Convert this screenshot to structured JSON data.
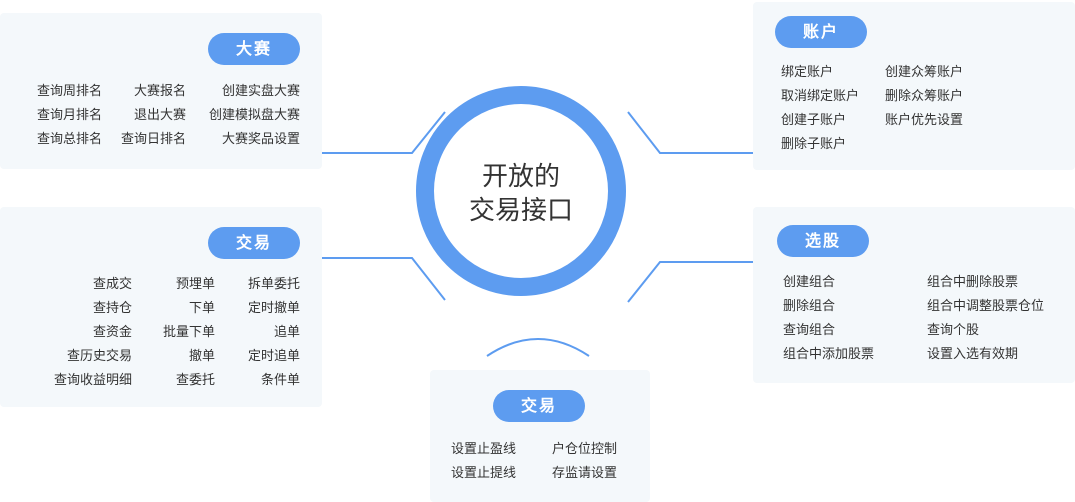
{
  "center": {
    "line1": "开放的",
    "line2": "交易接口"
  },
  "contest": {
    "title": "大赛",
    "col1": [
      "查询周排名",
      "查询月排名",
      "查询总排名"
    ],
    "col2": [
      "大赛报名",
      "退出大赛",
      "查询日排名"
    ],
    "col3": [
      "创建实盘大赛",
      "创建模拟盘大赛",
      "大赛奖品设置"
    ]
  },
  "trade": {
    "title": "交易",
    "col1": [
      "查成交",
      "查持仓",
      "查资金",
      "查历史交易",
      "查询收益明细"
    ],
    "col2": [
      "预埋单",
      "下单",
      "批量下单",
      "撤单",
      "查委托"
    ],
    "col3": [
      "拆单委托",
      "定时撤单",
      "追单",
      "定时追单",
      "条件单"
    ]
  },
  "trade2": {
    "title": "交易",
    "col1": [
      "设置止盈线",
      "设置止提线"
    ],
    "col2": [
      "户仓位控制",
      "存监请设置"
    ]
  },
  "account": {
    "title": "账户",
    "col1": [
      "绑定账户",
      "取消绑定账户",
      "创建子账户",
      "删除子账户"
    ],
    "col2": [
      "创建众筹账户",
      "删除众筹账户",
      "账户优先设置"
    ]
  },
  "stock": {
    "title": "选股",
    "col1": [
      "创建组合",
      "删除组合",
      "查询组合",
      "组合中添加股票"
    ],
    "col2": [
      "组合中删除股票",
      "组合中调整股票仓位",
      "查询个股",
      "设置入选有效期"
    ]
  },
  "colors": {
    "accent": "#5d9cf0",
    "card_bg": "#f4f8fb"
  }
}
